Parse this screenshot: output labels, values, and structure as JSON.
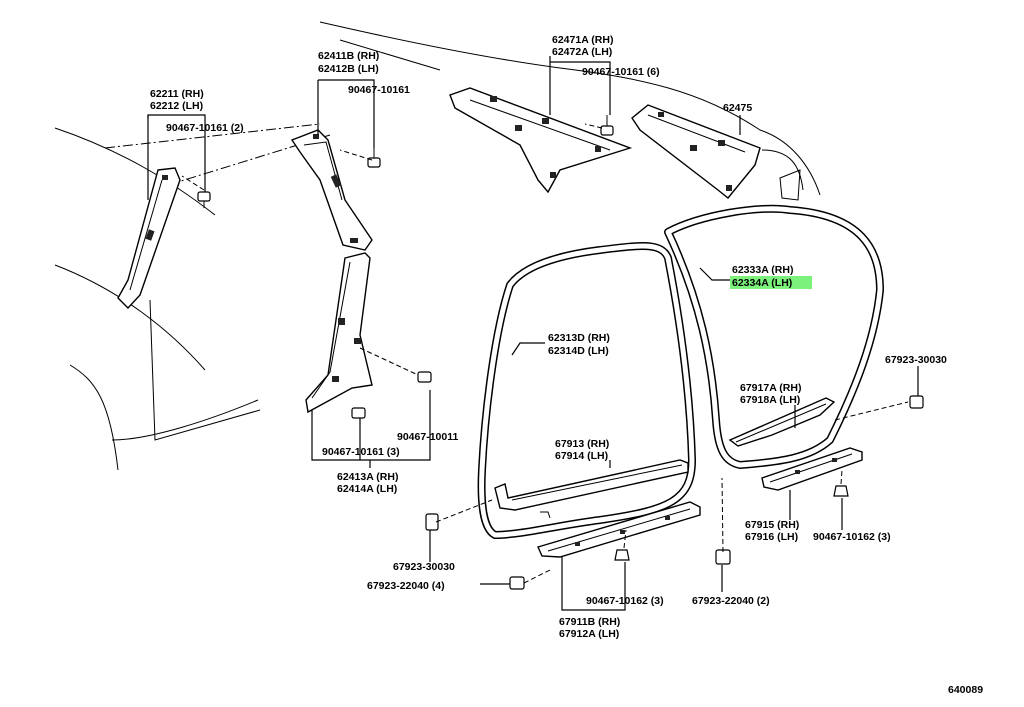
{
  "labels": {
    "l62211": "62211 (RH)",
    "l62212": "62212 (LH)",
    "l90467a": "90467-10161 (2)",
    "l62411B": "62411B (RH)",
    "l62412B": "62412B (LH)",
    "l90467b": "90467-10161",
    "l62471A": "62471A (RH)",
    "l62472A": "62472A (LH)",
    "l90467c": "90467-10161 (6)",
    "l62475": "62475",
    "l62333A": "62333A (RH)",
    "l62334A": "62334A (LH)",
    "l62313D": "62313D (RH)",
    "l62314D": "62314D (LH)",
    "l90467d": "90467-10161 (3)",
    "l90467e": "90467-10011",
    "l62413A": "62413A (RH)",
    "l62414A": "62414A (LH)",
    "l67923a": "67923-30030",
    "l67917A": "67917A (RH)",
    "l67918A": "67918A (LH)",
    "l67913": "67913 (RH)",
    "l67914": "67914 (LH)",
    "l67915": "67915 (RH)",
    "l67916": "67916 (LH)",
    "l90467f": "90467-10162 (3)",
    "l67923b": "67923-30030",
    "l67923c": "67923-22040 (4)",
    "l90467g": "90467-10162 (3)",
    "l67923d": "67923-22040 (2)",
    "l67911B": "67911B (RH)",
    "l67912A": "67912A (LH)",
    "figure_number": "640089"
  },
  "highlight": {
    "part": "62334A (LH)",
    "color": "#7CF27C"
  }
}
